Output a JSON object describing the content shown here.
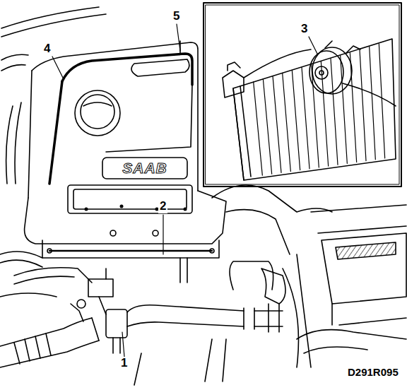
{
  "diagram": {
    "labels": [
      "5",
      "4",
      "3",
      "2",
      "1",
      "SAAB",
      "D291R095"
    ]
  }
}
